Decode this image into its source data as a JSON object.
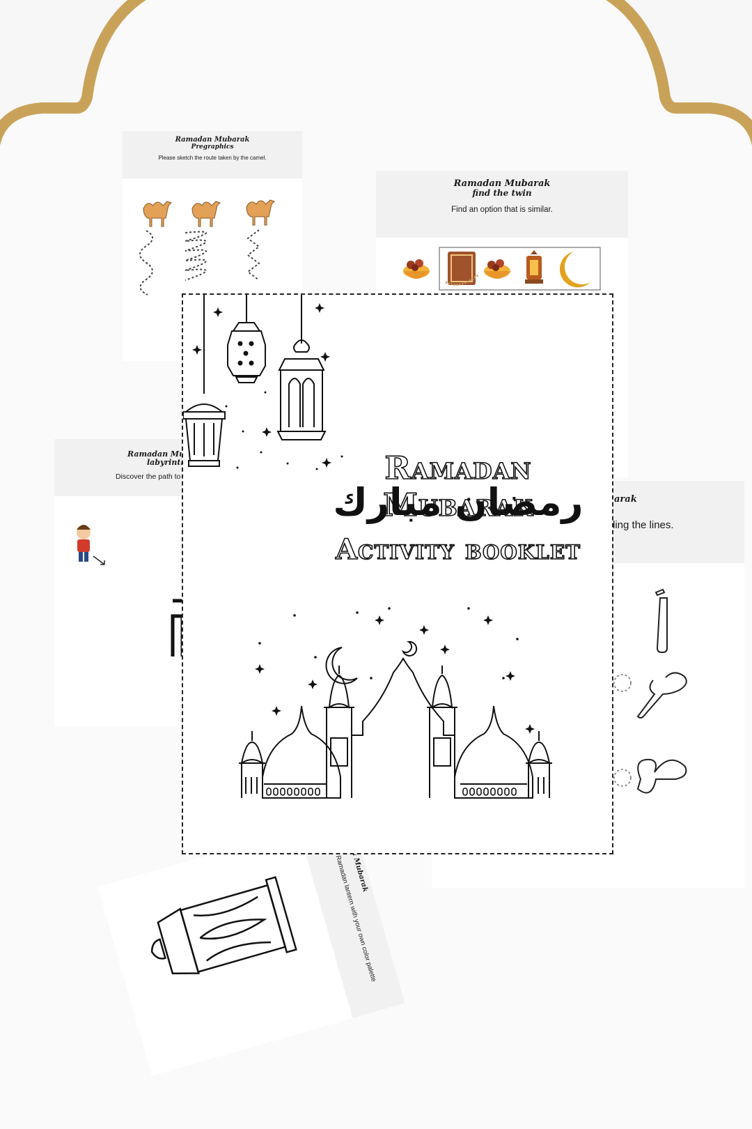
{
  "colors": {
    "frame_gold": "#c9a25a",
    "background": "#f7f7f7",
    "header_gray": "#f1f1f1"
  },
  "pregraphics": {
    "title": "Ramadan Mubarak",
    "subtitle": "Pregraphics",
    "instruction": "Please sketch the route taken by the camel."
  },
  "find_twin": {
    "title": "Ramadan Mubarak",
    "subtitle": "find the twin",
    "instruction": "Find an option that is similar."
  },
  "labyrinth": {
    "title": "Ramadan Mub",
    "subtitle": "labyrinth",
    "instruction": "Discover the path to"
  },
  "tracing": {
    "title": "arak",
    "instruction": "ding the lines."
  },
  "coloring": {
    "title": "Ramadan Mubarak",
    "subtitle": "Coloring",
    "instruction": "Draw your Ramadan lantern with your own color palette below."
  },
  "cover": {
    "title_en": "Ramadan Mubarak",
    "title_ar": "رمضان مبارك",
    "subtitle": "Activity booklet"
  }
}
